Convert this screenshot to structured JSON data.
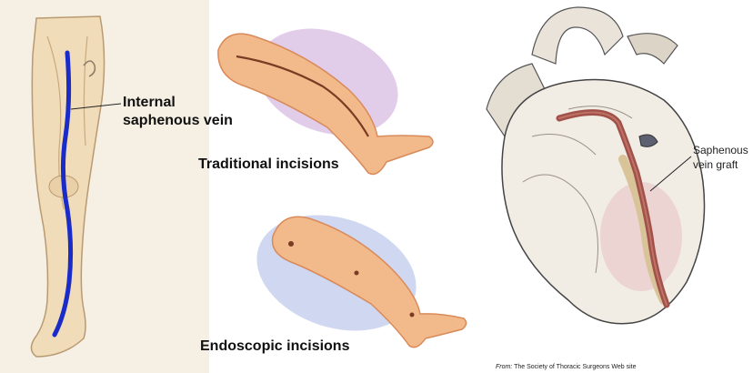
{
  "labels": {
    "vein_line1": "Internal",
    "vein_line2": "saphenous vein",
    "traditional": "Traditional incisions",
    "endoscopic": "Endoscopic incisions",
    "graft_line1": "Saphenous",
    "graft_line2": "vein graft"
  },
  "source": {
    "prefix": "From:",
    "text": " The Society of Thoracic Surgeons Web site"
  },
  "colors": {
    "vein": "#1a2bc8",
    "skin": "#f2b98a",
    "skin_shadow": "#d98a5a",
    "purple_wash": "#c9a3d9",
    "blue_wash": "#a9b8e6",
    "graft": "#a0524a"
  }
}
